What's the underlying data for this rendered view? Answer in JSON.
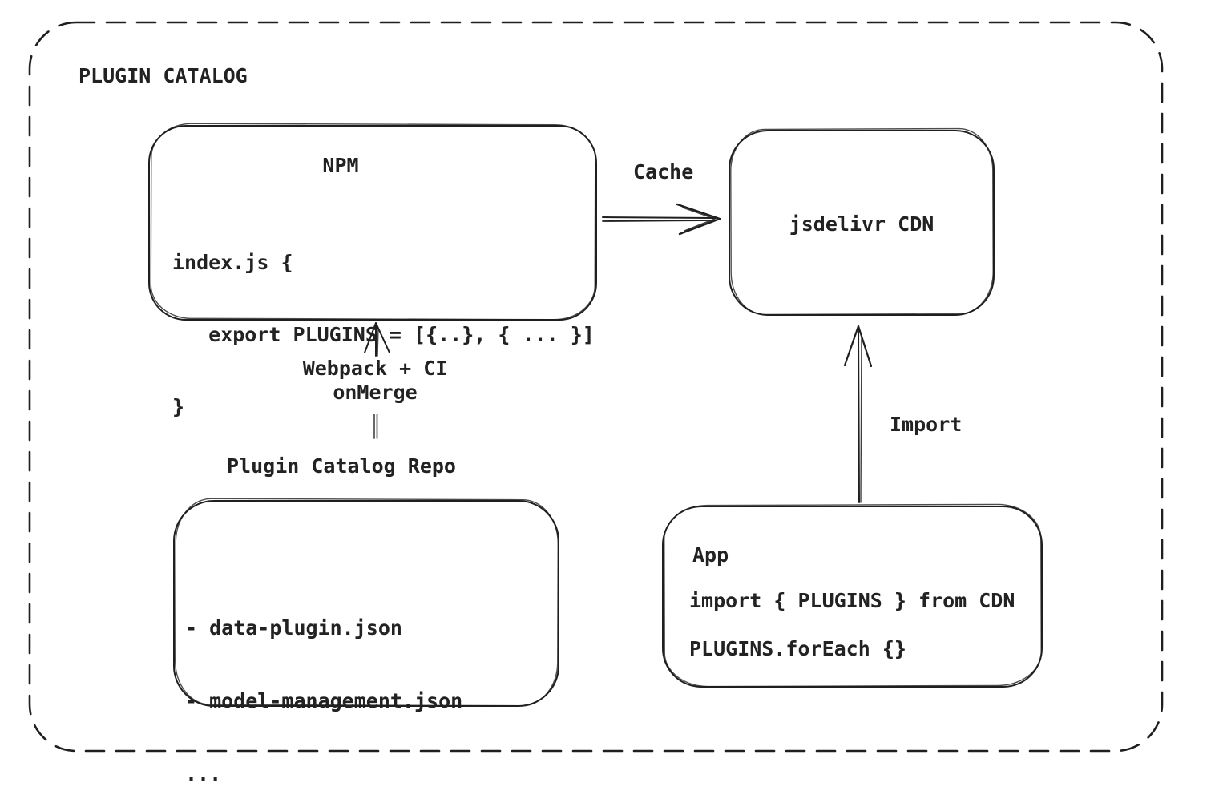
{
  "diagram": {
    "title": "PLUGIN CATALOG",
    "colors": {
      "stroke": "#1f1f1f",
      "background": "#ffffff"
    },
    "nodes": {
      "npm": {
        "title": "NPM",
        "code": [
          "index.js {",
          "   export PLUGINS = [{..}, { ... }]",
          "}"
        ]
      },
      "cdn": {
        "title": "jsdelivr CDN"
      },
      "repo": {
        "label": "Plugin Catalog Repo",
        "items": [
          "- data-plugin.json",
          "- model-management.json",
          "..."
        ]
      },
      "app": {
        "title": "App",
        "code": [
          "import { PLUGINS } from CDN",
          "PLUGINS.forEach {}"
        ]
      }
    },
    "edges": {
      "cache": {
        "label": "Cache",
        "from": "NPM",
        "to": "jsdelivr CDN"
      },
      "build": {
        "label": "Webpack + CI\nonMerge",
        "from": "Plugin Catalog Repo",
        "to": "NPM"
      },
      "import": {
        "label": "Import",
        "from": "App",
        "to": "jsdelivr CDN"
      }
    }
  }
}
